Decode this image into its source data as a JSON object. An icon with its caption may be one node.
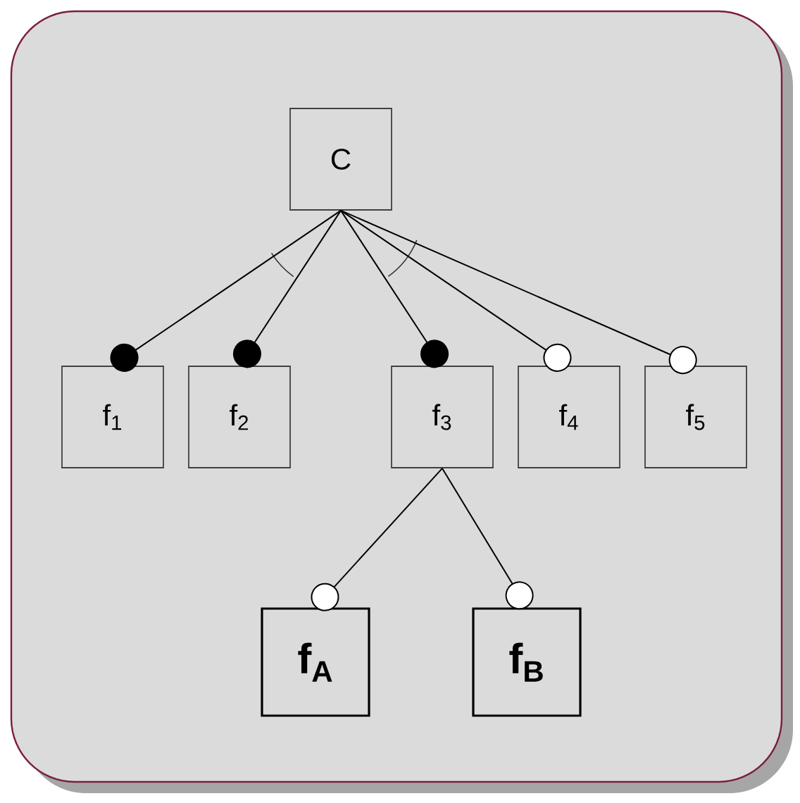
{
  "diagram": {
    "nodes": [
      {
        "text": [
          "C"
        ]
      },
      {
        "text": [
          "f$_{1}$"
        ]
      },
      {
        "text": [
          "f$_{2}$"
        ]
      },
      {
        "text": [
          "f$_{3}$"
        ]
      },
      {
        "text": [
          "f$_{4}$"
        ]
      },
      {
        "text": [
          "f$_{5}$"
        ]
      },
      {
        "text": [
          "f$_{A}$"
        ]
      },
      {
        "text": [
          "f$_{B}$"
        ]
      }
    ],
    "edges": [
      {
        "from": 0,
        "to": 1,
        "arrow": "other"
      },
      {
        "from": 0,
        "to": 2,
        "arrow": "other"
      },
      {
        "from": 0,
        "to": 3,
        "arrow": "other"
      },
      {
        "from": 0,
        "to": 4,
        "arrow": "other"
      },
      {
        "from": 0,
        "to": 5,
        "arrow": "other"
      },
      {
        "from": 3,
        "to": 6,
        "arrow": "other"
      },
      {
        "from": 3,
        "to": 7,
        "arrow": "other"
      }
    ]
  }
}
